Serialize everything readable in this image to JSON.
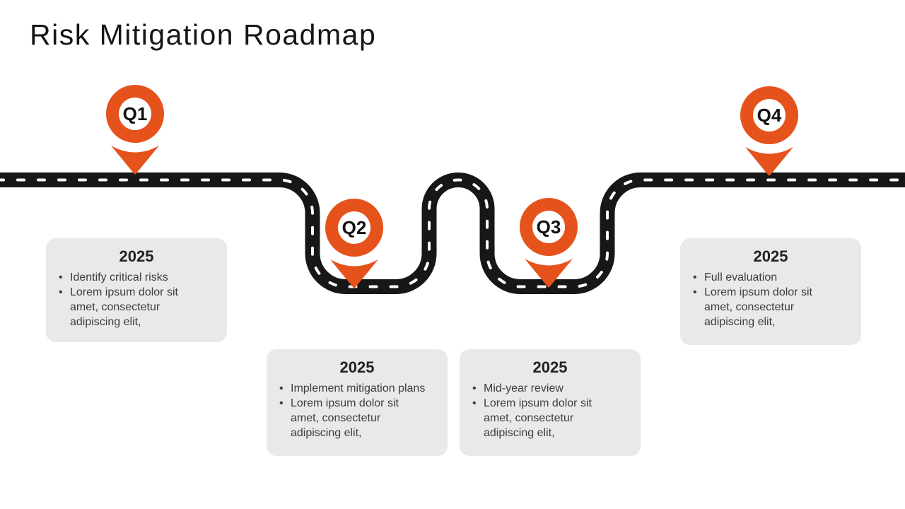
{
  "slide": {
    "title": "Risk Mitigation Roadmap",
    "background": "#FFFFFF"
  },
  "colors": {
    "accent": "#E6521C",
    "road": "#171717",
    "road_dash_line": "#FFFFFF",
    "card_background": "#E9E9E9",
    "heading_text": "#161616",
    "body_text": "#3D3D3D",
    "marker_text": "#111111"
  },
  "milestones": [
    {
      "marker": "Q1",
      "year": "2025",
      "bullets": [
        "Identify critical risks",
        "Lorem ipsum dolor sit amet, consectetur adipiscing elit,"
      ]
    },
    {
      "marker": "Q2",
      "year": "2025",
      "bullets": [
        "Implement mitigation plans",
        "Lorem ipsum dolor sit amet, consectetur adipiscing elit,"
      ]
    },
    {
      "marker": "Q3",
      "year": "2025",
      "bullets": [
        "Mid-year review",
        "Lorem ipsum dolor sit amet, consectetur adipiscing elit,"
      ]
    },
    {
      "marker": "Q4",
      "year": "2025",
      "bullets": [
        "Full evaluation",
        "Lorem ipsum dolor sit amet, consectetur adipiscing elit,"
      ]
    }
  ]
}
